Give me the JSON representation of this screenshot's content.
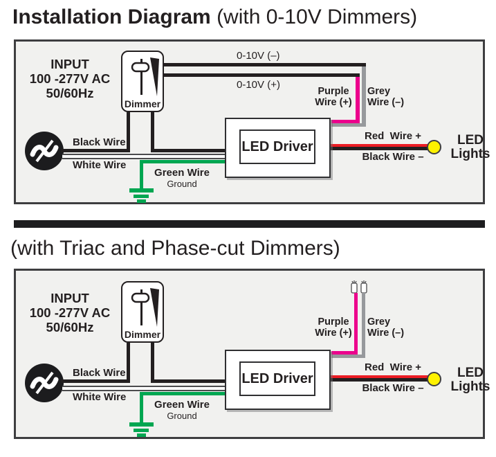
{
  "page_title": {
    "bold": "Installation Diagram",
    "rest": " (with 0-10V Dimmers)"
  },
  "section2_title": "(with Triac and Phase-cut Dimmers)",
  "colors": {
    "wire_black": "#231F20",
    "wire_white": "#FFFFFF",
    "wire_green": "#00A651",
    "wire_red": "#EC1C24",
    "wire_purple": "#EC008C",
    "wire_grey": "#97999C",
    "led_yellow": "#FFF200",
    "panel_bg": "#F1F1EF",
    "ink": "#231F20"
  },
  "diagram_0_10v": {
    "input_line1": "INPUT",
    "input_line2": "100 -277V AC",
    "input_line3": "50/60Hz",
    "dimmer_label": "Dimmer",
    "wire_0_10v_minus": "0-10V (–)",
    "wire_0_10v_plus": "0-10V (+)",
    "black_wire": "Black Wire",
    "white_wire": "White Wire",
    "green_wire": "Green Wire",
    "ground": "Ground",
    "purple_wire_line1": "Purple",
    "purple_wire_line2": "Wire (+)",
    "grey_wire_line1": "Grey",
    "grey_wire_line2": "Wire (–)",
    "driver_label": "LED Driver",
    "red_wire_out": "Red  Wire +",
    "black_wire_out": "Black Wire –",
    "led_lights_line1": "LED",
    "led_lights_line2": "Lights"
  },
  "diagram_triac": {
    "input_line1": "INPUT",
    "input_line2": "100 -277V AC",
    "input_line3": "50/60Hz",
    "dimmer_label": "Dimmer",
    "black_wire": "Black Wire",
    "white_wire": "White Wire",
    "green_wire": "Green Wire",
    "ground": "Ground",
    "purple_wire_line1": "Purple",
    "purple_wire_line2": "Wire (+)",
    "grey_wire_line1": "Grey",
    "grey_wire_line2": "Wire (–)",
    "driver_label": "LED Driver",
    "red_wire_out": "Red  Wire +",
    "black_wire_out": "Black Wire –",
    "led_lights_line1": "LED",
    "led_lights_line2": "Lights"
  }
}
